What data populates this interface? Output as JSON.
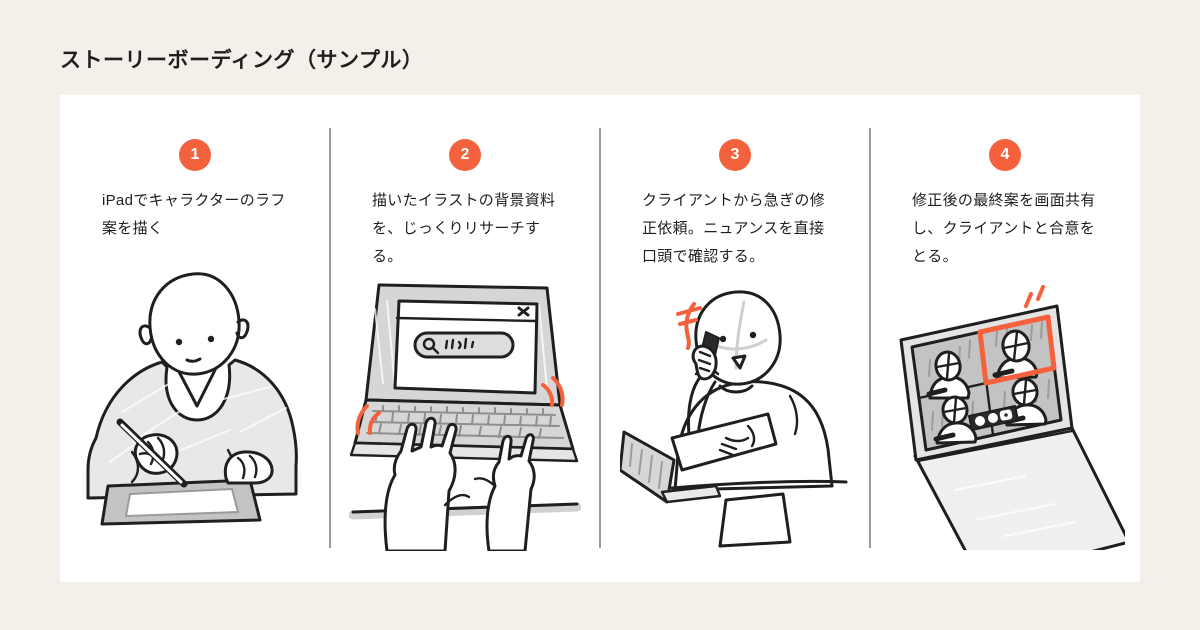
{
  "title": "ストーリーボーディング（サンプル）",
  "colors": {
    "accent": "#F4613D",
    "page-bg": "#F4EFE9",
    "card-bg": "#FFFFFF",
    "ink": "#1F1F1F",
    "divider": "#9A9A9A"
  },
  "steps": [
    {
      "number": "1",
      "caption": "iPadでキャラクターのラフ案を描く",
      "illustration": "drawing-on-ipad"
    },
    {
      "number": "2",
      "caption": "描いたイラストの背景資料を、じっくりリサーチする。",
      "illustration": "laptop-research"
    },
    {
      "number": "3",
      "caption": "クライアントから急ぎの修正依頼。ニュアンスを直接口頭で確認する。",
      "illustration": "phone-call-confirmation"
    },
    {
      "number": "4",
      "caption": "修正後の最終案を画面共有し、クライアントと合意をとる。",
      "illustration": "video-call-agreement"
    }
  ]
}
